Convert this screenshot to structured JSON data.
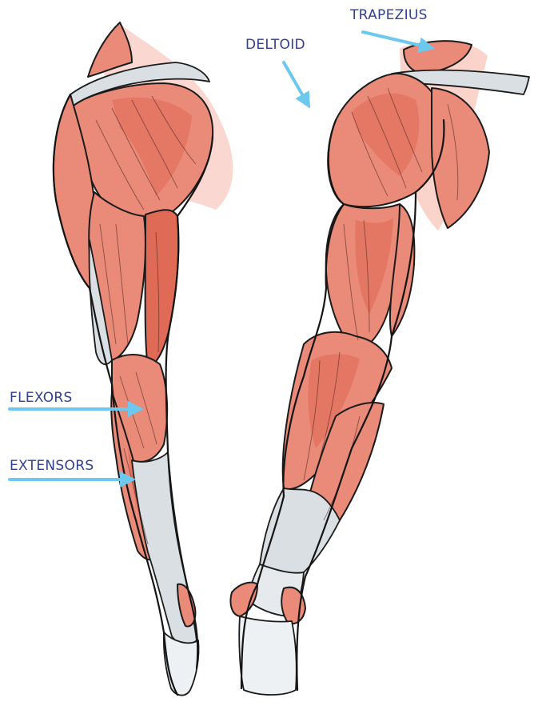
{
  "labels": {
    "trapezius": "TRAPEZIUS",
    "deltoid": "DELTOID",
    "flexors": "FLEXORS",
    "extensors": "EXTENSORS"
  },
  "colors": {
    "muscle": "#ea8a78",
    "muscle_dark": "#df6a55",
    "muscle_light": "#f6b7a9",
    "tendon": "#d9dfe3",
    "outline": "#151515",
    "arrow": "#6cc8ee",
    "label_text": "#33408e",
    "background": "#ffffff"
  }
}
